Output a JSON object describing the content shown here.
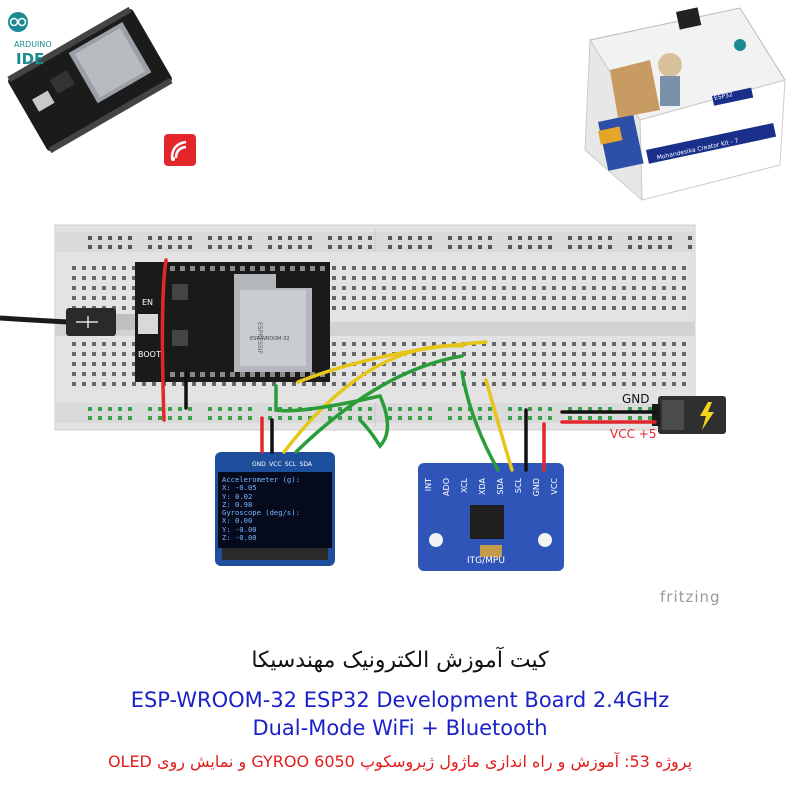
{
  "logo": {
    "line1": "ARDUINO",
    "line2": "IDE"
  },
  "title_fa": "کیت آموزش الکترونیک مهندسیکا",
  "subtitle_en_1": "ESP-WROOM-32 ESP32  Development Board 2.4GHz",
  "subtitle_en_2": "Dual-Mode WiFi + Bluetooth",
  "project_fa": "پروژه 53: آموزش و راه اندازی ماژول ژیروسکوپ 6050  GYROO و نمایش روی OLED",
  "watermark": "fritzing",
  "power": {
    "gnd": "GND",
    "vcc": "VCC +5"
  },
  "board": {
    "en": "EN",
    "boot": "BOOT",
    "brand": "ESPRESSIF",
    "model": "ESP-WROOM-32"
  },
  "oled": {
    "pins": [
      "GND",
      "VCC",
      "SCL",
      "SDA"
    ],
    "lines": [
      "Accelerometer (g):",
      "X: -0.05",
      "Y: 0.02",
      "Z: 0.98",
      "Gyroscope (deg/s):",
      "X: 0.00",
      "Y: -0.00",
      "Z: -0.00"
    ]
  },
  "mpu": {
    "pins": [
      "INT",
      "ADO",
      "XCL",
      "XDA",
      "SDA",
      "SCL",
      "GND",
      "VCC"
    ],
    "label": "ITG/MPU"
  },
  "box": {
    "caption": "Mohandesika Creator Kit - 7",
    "badge": "ESP32"
  },
  "colors": {
    "wire_red": "#e3262b",
    "wire_green": "#2a9d3a",
    "wire_yellow": "#e6c619",
    "wire_black": "#111111",
    "title_blue": "#1a22c8",
    "project_red": "#e31b1b",
    "oled_pcb": "#1e4f9c",
    "mpu_pcb": "#2f55b8"
  }
}
